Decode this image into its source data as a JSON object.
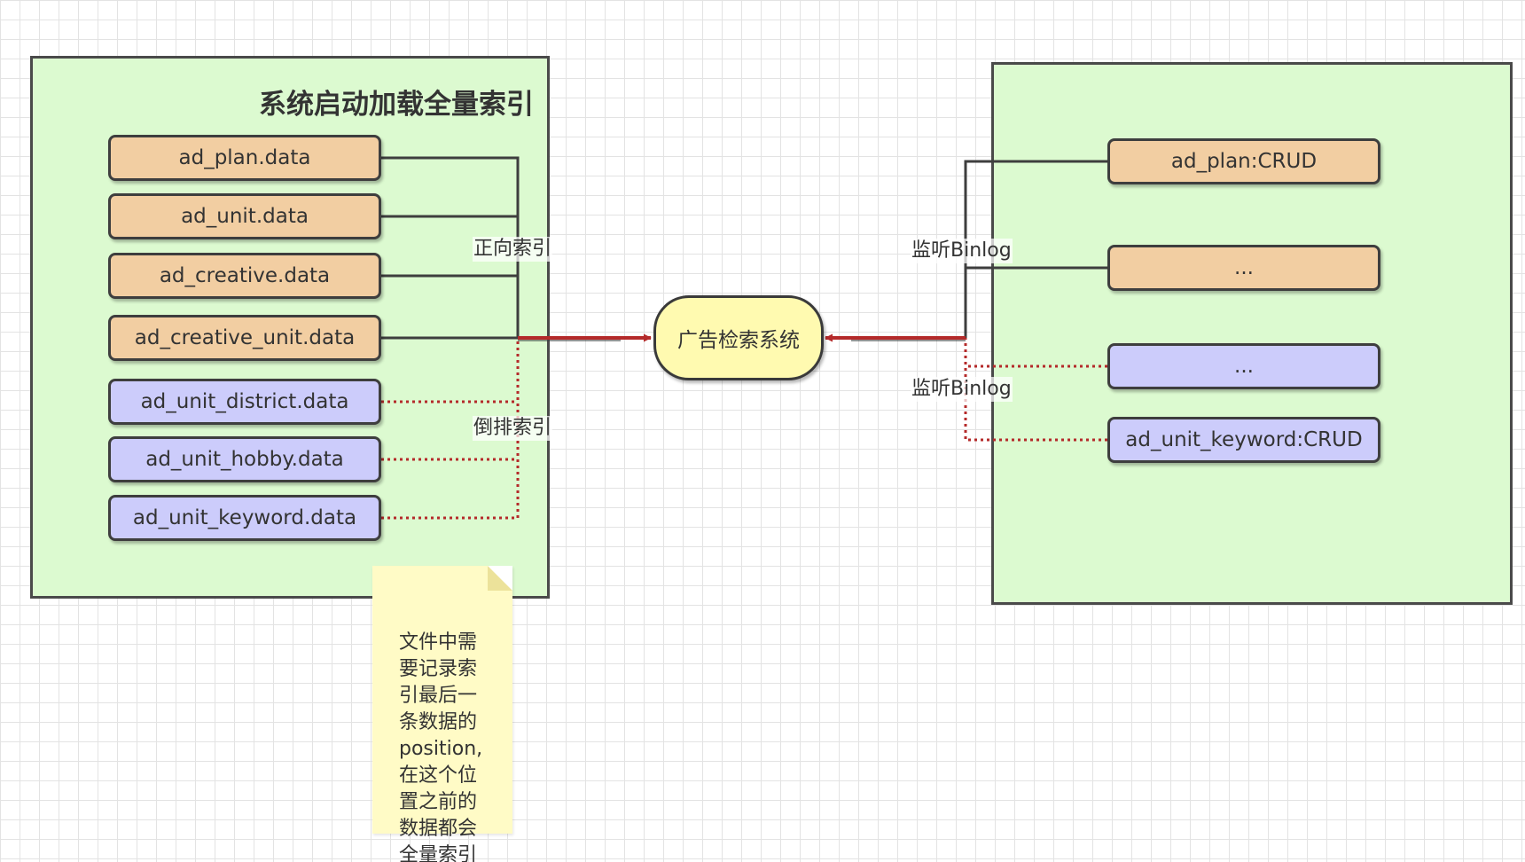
{
  "left_group": {
    "title": "系统启动加载全量索引",
    "items": [
      {
        "label": "ad_plan.data",
        "kind": "forward"
      },
      {
        "label": "ad_unit.data",
        "kind": "forward"
      },
      {
        "label": "ad_creative.data",
        "kind": "forward"
      },
      {
        "label": "ad_creative_unit.data",
        "kind": "forward"
      },
      {
        "label": "ad_unit_district.data",
        "kind": "inverted"
      },
      {
        "label": "ad_unit_hobby.data",
        "kind": "inverted"
      },
      {
        "label": "ad_unit_keyword.data",
        "kind": "inverted"
      }
    ]
  },
  "center": {
    "label": "广告检索系统"
  },
  "right_group": {
    "items": [
      {
        "label": "ad_plan:CRUD",
        "kind": "forward"
      },
      {
        "label": "...",
        "kind": "forward"
      },
      {
        "label": "...",
        "kind": "inverted"
      },
      {
        "label": "ad_unit_keyword:CRUD",
        "kind": "inverted"
      }
    ]
  },
  "edge_labels": {
    "forward_index": "正向索引",
    "inverted_index": "倒排索引",
    "binlog_top": "监听Binlog",
    "binlog_bottom": "监听Binlog"
  },
  "note": {
    "text": "文件中需\n要记录索\n引最后一\n条数据的\nposition,\n在这个位\n置之前的\n数据都会\n全量索引"
  },
  "colors": {
    "group_fill": "#dcfad0",
    "forward_node": "#f2cea2",
    "inverted_node": "#ccccfb",
    "center_node": "#fffab0",
    "note_fill": "#fffbc6",
    "solid_line": "#3e3e3e",
    "dashed_line": "#b42a2a",
    "arrow": "#b42a2a"
  }
}
